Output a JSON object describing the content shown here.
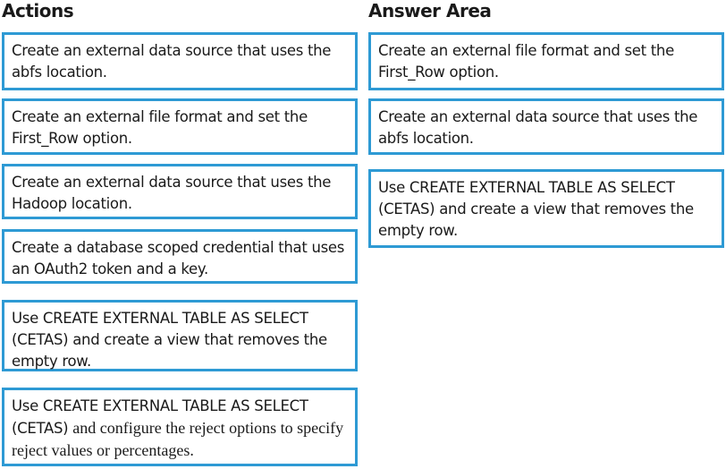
{
  "actions": {
    "title": "Actions",
    "items": [
      {
        "text": "Create an external data source that uses the abfs location."
      },
      {
        "text": "Create an external file format and set the First_Row option."
      },
      {
        "text": "Create an external data source that uses the Hadoop location."
      },
      {
        "text": "Create a database scoped credential that uses an OAuth2 token and a key."
      },
      {
        "text": "Use CREATE EXTERNAL TABLE AS SELECT (CETAS) and create a view that removes the empty row."
      },
      {
        "text": "Use CREATE EXTERNAL TABLE AS SELECT (CETAS)",
        "text_tail": "and configure the reject options to specify reject values or percentages."
      }
    ]
  },
  "answer_area": {
    "title": "Answer Area",
    "items": [
      {
        "text": "Create an external file format and set the First_Row option."
      },
      {
        "text": "Create an external data source that uses the abfs location."
      },
      {
        "text": "Use CREATE EXTERNAL TABLE AS SELECT (CETAS) and create a view that removes the empty row."
      }
    ]
  }
}
